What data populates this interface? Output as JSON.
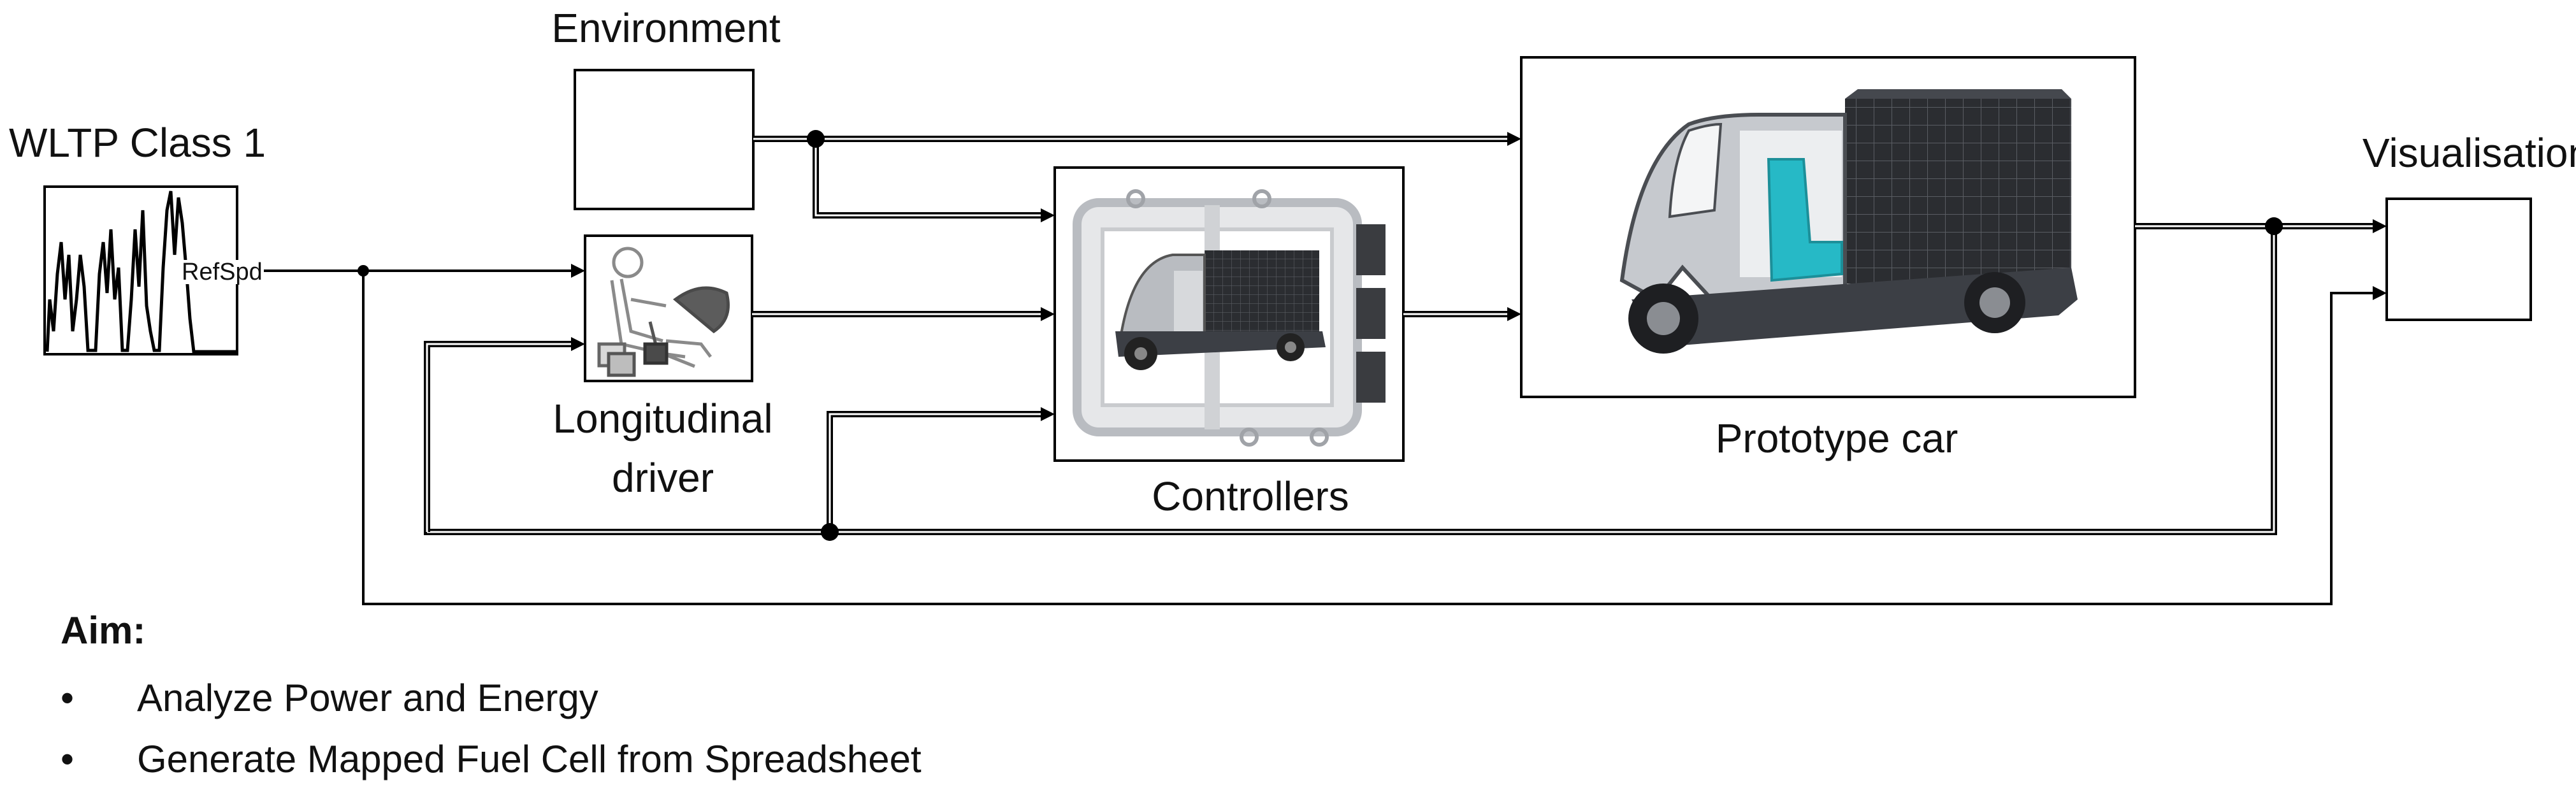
{
  "blocks": {
    "wltp": {
      "label": "WLTP Class 1",
      "port_label": "RefSpd"
    },
    "environment": {
      "label": "Environment"
    },
    "driver": {
      "label_line1": "Longitudinal",
      "label_line2": "driver"
    },
    "controllers": {
      "label": "Controllers"
    },
    "prototype": {
      "label": "Prototype car"
    },
    "visualisation": {
      "label": "Visualisation"
    }
  },
  "aim": {
    "title": "Aim:",
    "items": [
      {
        "bullet": "•",
        "text": "Analyze Power and Energy"
      },
      {
        "bullet": "•",
        "text": "Generate Mapped Fuel Cell from Spreadsheet"
      }
    ]
  },
  "colors": {
    "line": "#000000",
    "block_border": "#000000",
    "vehicle_body": "#3c3f45",
    "vehicle_frame": "#b9bcc1",
    "seat_accent": "#26b9c6",
    "driver_accent": "#6b6b6b"
  },
  "icons": {
    "wltp": "speed-profile-icon",
    "driver": "driver-seat-icon",
    "controllers": "ecu-vehicle-icon",
    "prototype": "three-wheel-vehicle-icon"
  }
}
